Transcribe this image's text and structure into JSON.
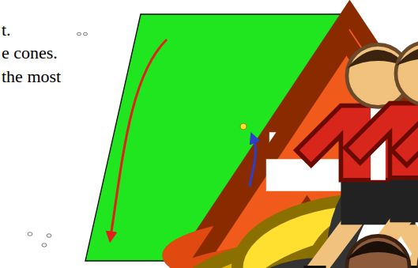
{
  "diagram": {
    "labels": [
      "t.",
      "e cones.",
      "the most"
    ]
  }
}
